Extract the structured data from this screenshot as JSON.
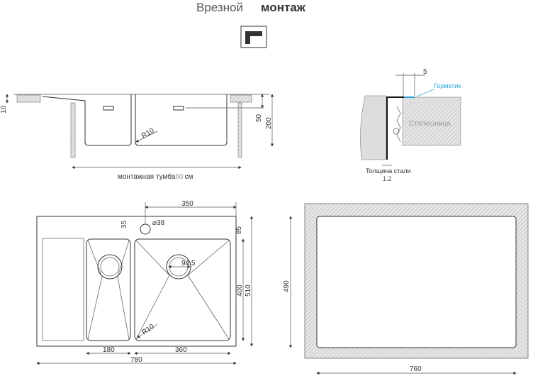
{
  "title": {
    "part1": "Врезной",
    "part2": "монтаж"
  },
  "icon": "inset-mount-icon",
  "side_view": {
    "dim_10": "10",
    "dim_50": "50",
    "dim_200": "200",
    "radius": "R10",
    "cabinet_label": "монтажная тумба",
    "cabinet_size": "60",
    "cabinet_unit": "см"
  },
  "detail_view": {
    "dim_5": "5",
    "sealant": "Герметик",
    "countertop": "Столешница",
    "steel_thickness_label": "Толщина стали",
    "steel_thickness": "1.2",
    "sealant_color": "#29a3d6"
  },
  "top_view": {
    "dim_350": "350",
    "dim_35": "35",
    "tap_hole": "⌀38",
    "dim_85": "85",
    "drain": "94.5",
    "dim_400": "400",
    "dim_510": "510",
    "radius": "R10",
    "dim_180": "180",
    "dim_360": "360",
    "dim_780": "780"
  },
  "cutout_view": {
    "dim_490": "490",
    "dim_760": "760"
  }
}
